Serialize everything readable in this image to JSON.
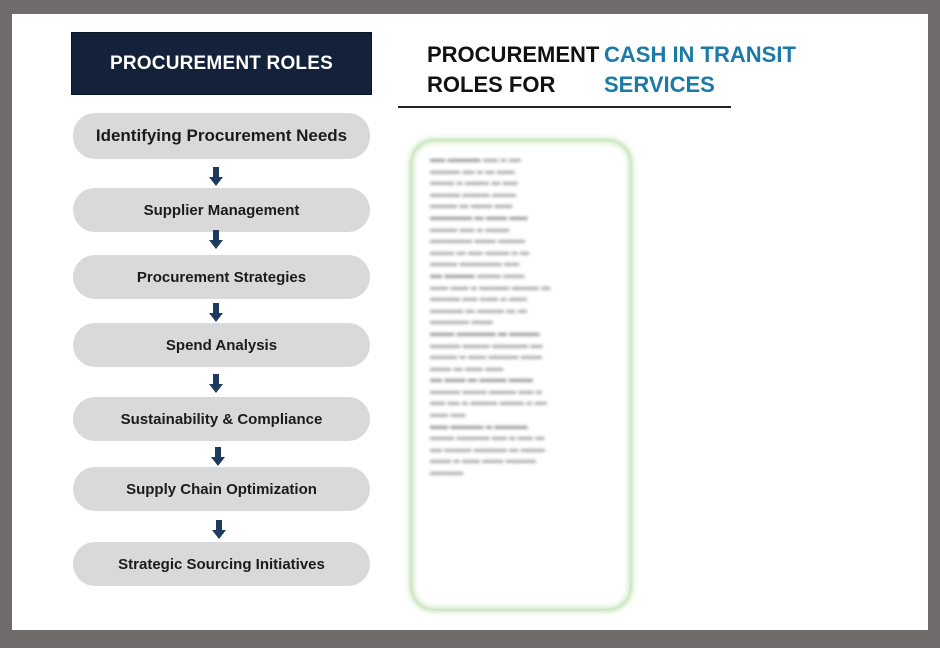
{
  "roles_header": "PROCUREMENT ROLES",
  "roles": [
    "Identifying Procurement  Needs",
    "Supplier Management",
    "Procurement Strategies",
    "Spend Analysis",
    "Sustainability & Compliance",
    "Supply Chain Optimization",
    "Strategic Sourcing Initiatives"
  ],
  "title_left_line1": "PROCUREMENT",
  "title_left_line2": "ROLES FOR",
  "title_right_line1": "CASH IN TRANSIT",
  "title_right_line2": "SERVICES",
  "colors": {
    "header_bg": "#13223a",
    "accent_blue": "#1a7aa8",
    "pill_bg": "#d9d9d9",
    "arrow": "#1e3a5f",
    "panel_glow": "#78be5a"
  },
  "icons": {
    "arrow": "down-arrow-icon"
  }
}
